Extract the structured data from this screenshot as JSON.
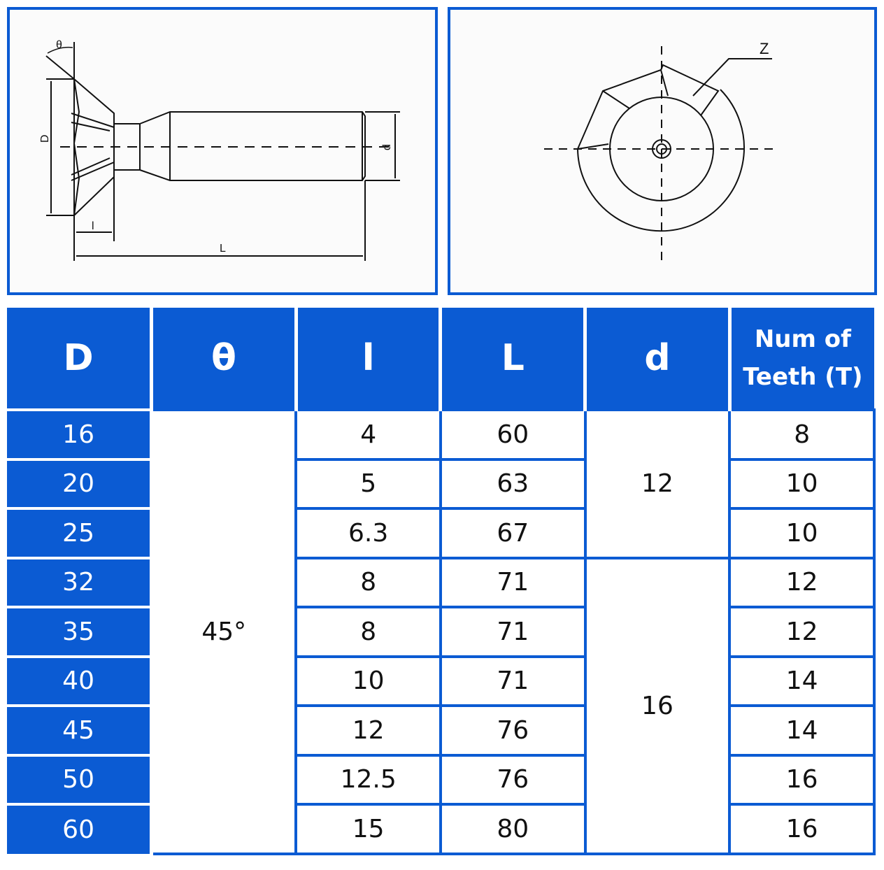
{
  "diagram_side": {
    "labels": {
      "theta": "θ",
      "D": "D",
      "d": "d",
      "l": "l",
      "L": "L"
    }
  },
  "diagram_end": {
    "labels": {
      "z": "Z"
    }
  },
  "table": {
    "headers": [
      "D",
      "θ",
      "l",
      "L",
      "d",
      "Num of Teeth (T)"
    ],
    "theta_value": "45°",
    "d_values": [
      "12",
      "16"
    ],
    "rows": [
      {
        "D": "16",
        "l": "4",
        "L": "60",
        "T": "8"
      },
      {
        "D": "20",
        "l": "5",
        "L": "63",
        "T": "10"
      },
      {
        "D": "25",
        "l": "6.3",
        "L": "67",
        "T": "10"
      },
      {
        "D": "32",
        "l": "8",
        "L": "71",
        "T": "12"
      },
      {
        "D": "35",
        "l": "8",
        "L": "71",
        "T": "12"
      },
      {
        "D": "40",
        "l": "10",
        "L": "71",
        "T": "14"
      },
      {
        "D": "45",
        "l": "12",
        "L": "76",
        "T": "14"
      },
      {
        "D": "50",
        "l": "12.5",
        "L": "76",
        "T": "16"
      },
      {
        "D": "60",
        "l": "15",
        "L": "80",
        "T": "16"
      }
    ]
  },
  "colors": {
    "accent": "#0b5bd3"
  }
}
